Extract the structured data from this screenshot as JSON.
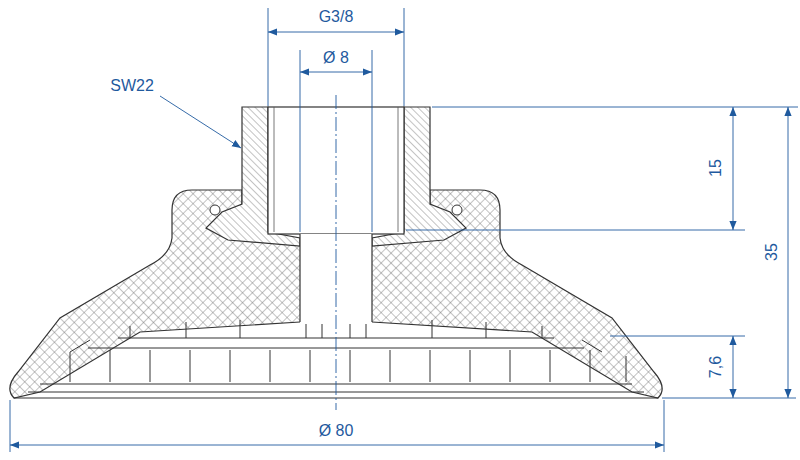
{
  "diagram": {
    "labels": [
      "G3/8",
      "Ø 8",
      "SW22",
      "15",
      "35",
      "7,6",
      "Ø 80"
    ]
  }
}
